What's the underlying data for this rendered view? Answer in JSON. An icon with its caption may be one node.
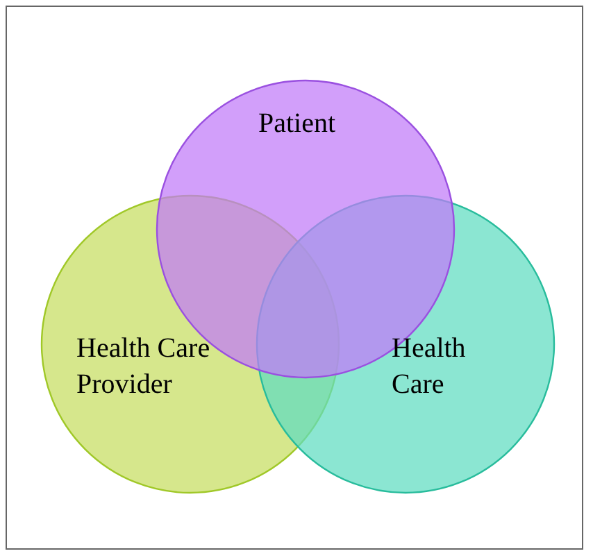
{
  "diagram": {
    "nodes": [
      {
        "text": [
          "Patient"
        ]
      },
      {
        "text": [
          "Health Care Provider"
        ]
      },
      {
        "text": [
          "Health Care"
        ]
      }
    ]
  }
}
